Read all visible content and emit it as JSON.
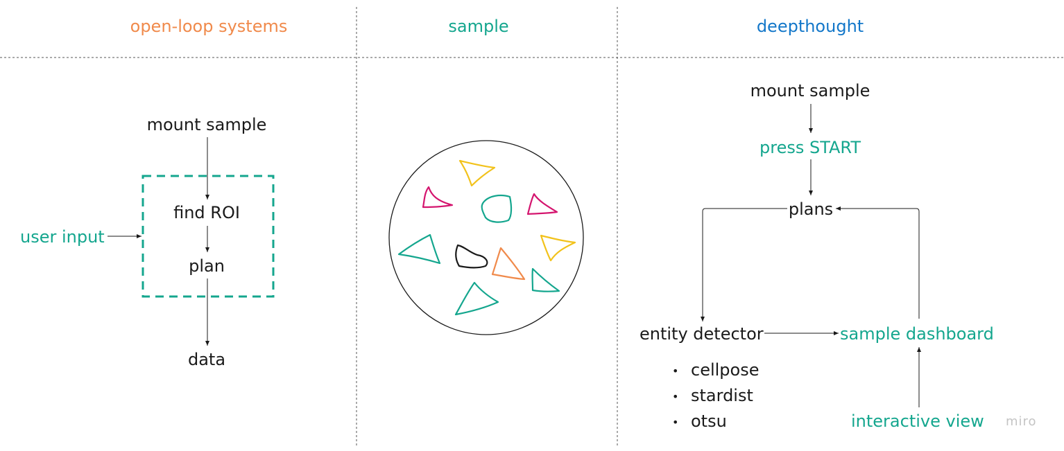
{
  "columns": {
    "open_loop": {
      "title": "open-loop systems",
      "color": "#f08a4b"
    },
    "sample": {
      "title": "sample",
      "color": "#14a68e"
    },
    "deepthought": {
      "title": "deepthought",
      "color": "#1377c9"
    }
  },
  "open_loop": {
    "mount_sample": "mount sample",
    "find_roi": "find ROI",
    "plan": "plan",
    "data": "data",
    "user_input": "user input"
  },
  "deepthought": {
    "mount_sample": "mount sample",
    "press_start": "press START",
    "plans": "plans",
    "entity_detector": "entity detector",
    "sample_dashboard": "sample dashboard",
    "interactive_view": "interactive  view",
    "detectors": [
      "cellpose",
      "stardist",
      "otsu"
    ]
  },
  "colors": {
    "green": "#14a68e",
    "orange": "#f08a4b",
    "blue": "#1377c9",
    "pink": "#d4146e",
    "yellow": "#f2c21b",
    "black": "#1a1a1a"
  },
  "watermark": "miro"
}
